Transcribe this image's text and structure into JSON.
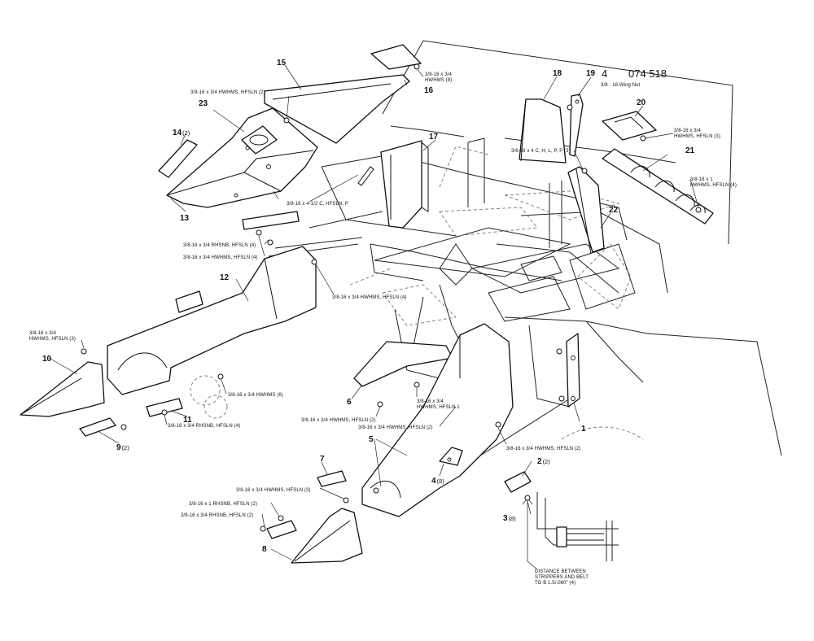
{
  "header": {
    "sheet_number": "4",
    "drawing_number": "074 518"
  },
  "part_labels": [
    {
      "id": "p1",
      "number": "1",
      "qty": ""
    },
    {
      "id": "p2",
      "number": "2",
      "qty": "(2)"
    },
    {
      "id": "p3",
      "number": "3",
      "qty": "(8)"
    },
    {
      "id": "p4",
      "number": "4",
      "qty": "(8)"
    },
    {
      "id": "p5",
      "number": "5",
      "qty": ""
    },
    {
      "id": "p6",
      "number": "6",
      "qty": ""
    },
    {
      "id": "p7",
      "number": "7",
      "qty": ""
    },
    {
      "id": "p8",
      "number": "8",
      "qty": ""
    },
    {
      "id": "p9",
      "number": "9",
      "qty": "(2)"
    },
    {
      "id": "p10",
      "number": "10",
      "qty": ""
    },
    {
      "id": "p11",
      "number": "11",
      "qty": ""
    },
    {
      "id": "p12",
      "number": "12",
      "qty": ""
    },
    {
      "id": "p13",
      "number": "13",
      "qty": ""
    },
    {
      "id": "p14",
      "number": "14",
      "qty": "(2)"
    },
    {
      "id": "p15",
      "number": "15",
      "qty": ""
    },
    {
      "id": "p16",
      "number": "16",
      "qty": ""
    },
    {
      "id": "p17",
      "number": "17",
      "qty": ""
    },
    {
      "id": "p18",
      "number": "18",
      "qty": ""
    },
    {
      "id": "p19",
      "number": "19",
      "qty": ""
    },
    {
      "id": "p20",
      "number": "20",
      "qty": ""
    },
    {
      "id": "p21",
      "number": "21",
      "qty": ""
    },
    {
      "id": "p22",
      "number": "22",
      "qty": ""
    },
    {
      "id": "p23",
      "number": "23",
      "qty": ""
    }
  ],
  "hardware_notes": [
    {
      "id": "n01",
      "lines": [
        "3/8 - 16 Wing Nut"
      ]
    },
    {
      "id": "n02",
      "lines": [
        "3/8-16 x 3/4",
        "HWHMS (8)"
      ]
    },
    {
      "id": "n03",
      "lines": [
        "3/8-16 x 3/4 HWHMS, HFSLN (2)"
      ]
    },
    {
      "id": "n04",
      "lines": [
        "3/8-16 x 4 C, H, L, P, P (3)"
      ]
    },
    {
      "id": "n05",
      "lines": [
        "3/8-16 x 3/4",
        "HWHMS, HFSLN (3)"
      ]
    },
    {
      "id": "n06",
      "lines": [
        "3/8-16 x 1",
        "HWHMS, HFSLN (4)"
      ]
    },
    {
      "id": "n07",
      "lines": [
        "3/8-16 x 4-1/2 C, HFSLN, P"
      ]
    },
    {
      "id": "n08",
      "lines": [
        "3/8-16 x 3/4 RHSNB, HFSLN (4)"
      ]
    },
    {
      "id": "n09",
      "lines": [
        "3/8-16 x 3/4 HWHMS, HFSLN (4)"
      ]
    },
    {
      "id": "n10",
      "lines": [
        "3/8-16 x 3/4 HWHMS, HFSLN (4)"
      ]
    },
    {
      "id": "n11",
      "lines": [
        "3/8-16 x 3/4",
        "HWHMS, HFSLN (3)"
      ]
    },
    {
      "id": "n12",
      "lines": [
        "3/8-16 x 3/4 HWHMS (6)"
      ]
    },
    {
      "id": "n13",
      "lines": [
        "3/8-16 x 3/4 RHSNB, HFSLN (4)"
      ]
    },
    {
      "id": "n14",
      "lines": [
        "3/8-16 x 3/4",
        "HWHMS, HFSLN 1"
      ]
    },
    {
      "id": "n15",
      "lines": [
        "3/8-16 x 3/4 HWHMS, HFSLN (2)"
      ]
    },
    {
      "id": "n16",
      "lines": [
        "3/8-16 x 3/4 HWHMS, HFSLN (2)"
      ]
    },
    {
      "id": "n17",
      "lines": [
        "3/8-16 x 3/4 HWHMS, HFSLN (2)"
      ]
    },
    {
      "id": "n18",
      "lines": [
        "3/8-16 x 3/4 HWHMS, HFSLN (3)"
      ]
    },
    {
      "id": "n19",
      "lines": [
        "3/8-16 x 1 RHSNB, HFSLN (2)"
      ]
    },
    {
      "id": "n20",
      "lines": [
        "3/8-16 x 3/4 RHSNB, HFSLN (2)"
      ]
    },
    {
      "id": "n21",
      "lines": [
        "DISTANCE BETWEEN",
        "STRIPPERS AND BELT",
        "TO B 1.5/.060\" (4)"
      ]
    }
  ]
}
